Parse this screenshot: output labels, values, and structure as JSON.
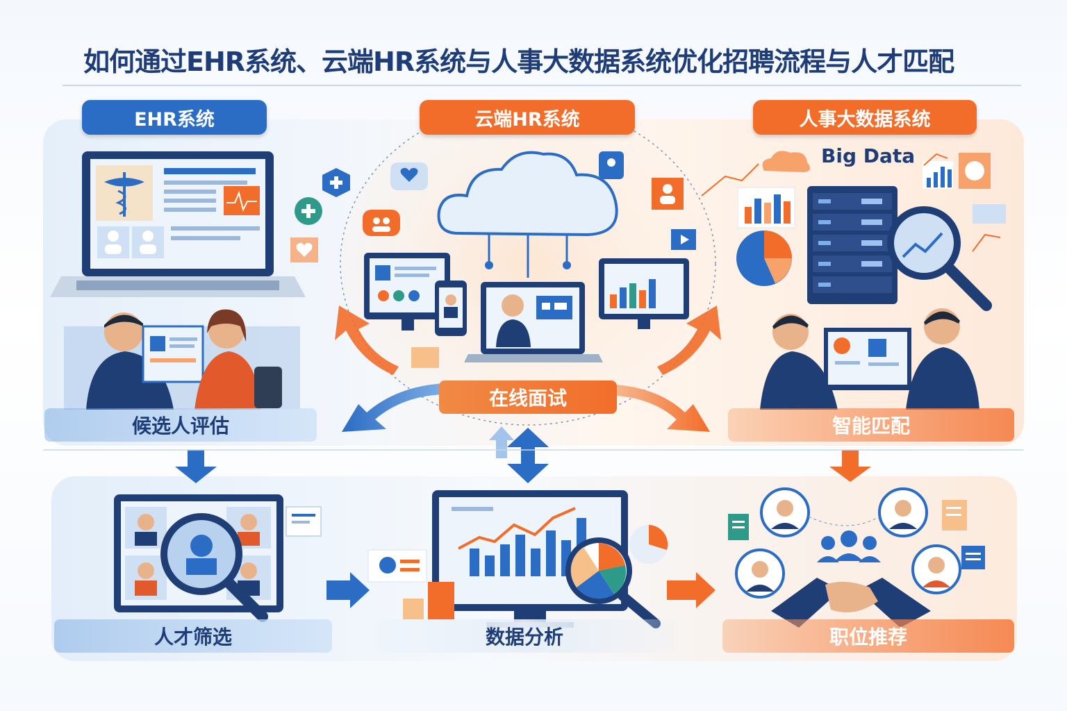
{
  "title": "如何通过EHR系统、云端HR系统与人事大数据系统优化招聘流程与人才匹配",
  "systems": {
    "ehr": "EHR系统",
    "cloud": "云端HR系统",
    "bigdata": "人事大数据系统"
  },
  "big_data_label": "Big Data",
  "steps": {
    "candidate_assessment": "候选人评估",
    "online_interview": "在线面试",
    "smart_matching": "智能匹配",
    "talent_screening": "人才筛选",
    "data_analysis": "数据分析",
    "job_recommendation": "职位推荐"
  },
  "colors": {
    "primary_blue": "#2b6cc4",
    "navy": "#1d3c78",
    "accent_orange": "#f26d2a",
    "light_orange": "#f7a26b"
  },
  "icons": [
    "medical-caduceus-icon",
    "heart-icon",
    "plus-icon",
    "cloud-icon",
    "server-rack-icon",
    "magnifier-icon",
    "bar-chart-icon",
    "pie-chart-icon",
    "handshake-icon",
    "document-icon",
    "people-group-icon"
  ]
}
